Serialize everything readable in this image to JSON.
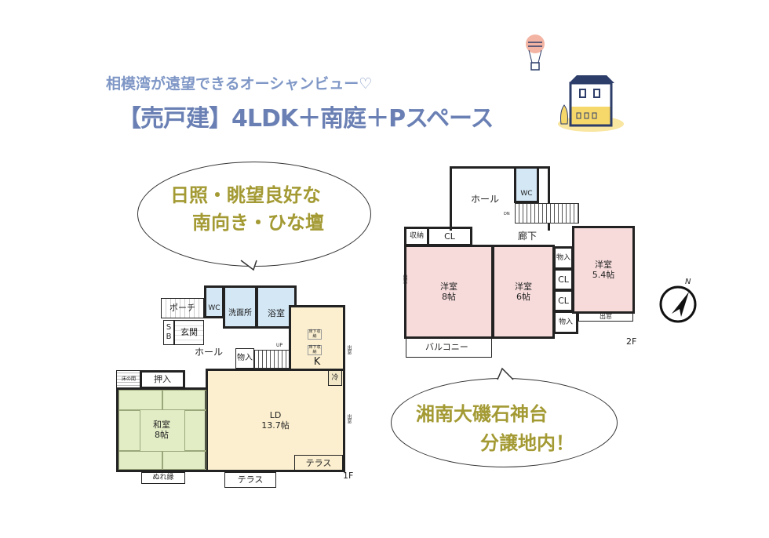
{
  "header": {
    "subtitle": "相模湾が遠望できるオーシャンビュー♡",
    "title": "【売戸建】4LDK＋南庭＋Pスペース"
  },
  "bubbles": {
    "top": {
      "line1": "日照・眺望良好な",
      "line2": "南向き・ひな壇"
    },
    "bottom": {
      "line1": "湘南大磯石神台",
      "line2": "分譲地内！"
    }
  },
  "floor1": {
    "label": "1F",
    "porch": "ポーチ",
    "sb": "S B",
    "entrance": "玄関",
    "wc": "WC",
    "washroom": "洗面所",
    "bath": "浴室",
    "hall": "ホール",
    "storage": "物入",
    "up": "UP",
    "kitchen": "K",
    "underfloor1": "床下収納",
    "underfloor2": "床下収納",
    "fridge": "冷",
    "window1": "出窓",
    "window2": "出窓",
    "ld": "LD",
    "ld_size": "13.7帖",
    "washitsu": "和室",
    "washitsu_size": "8帖",
    "oshiire": "押入",
    "tokonoma": "床の間",
    "terrace1": "テラス",
    "terrace2": "テラス",
    "engawa": "ぬれ縁"
  },
  "floor2": {
    "label": "2F",
    "hall": "ホール",
    "wc": "WC",
    "dn": "DN",
    "corridor": "廊下",
    "shuno": "収納",
    "cl1": "CL",
    "cl2": "CL",
    "cl3": "CL",
    "storage1": "物入",
    "storage2": "物入",
    "room1": "洋室",
    "room1_size": "8帖",
    "room2": "洋室",
    "room2_size": "6帖",
    "room3": "洋室",
    "room3_size": "5.4帖",
    "bay": "出窓",
    "window": "出窓",
    "balcony": "バルコニー"
  },
  "compass": {
    "label": "N",
    "icon": "compass-north-icon"
  },
  "colors": {
    "title": "#6a80b4",
    "bubble_text": "#a39a34",
    "western_room": "#f7dbdb",
    "ldk": "#fbefcf",
    "washitsu": "#e2edc6",
    "water": "#d3e7f5"
  }
}
